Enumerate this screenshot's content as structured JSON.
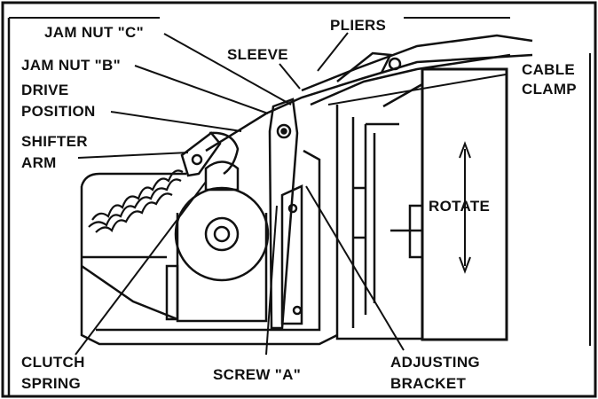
{
  "labels": {
    "jam_nut_c": "JAM NUT \"C\"",
    "jam_nut_b": "JAM NUT \"B\"",
    "pliers": "PLIERS",
    "sleeve": "SLEEVE",
    "cable_clamp_1": "CABLE",
    "cable_clamp_2": "CLAMP",
    "drive_position_1": "DRIVE",
    "drive_position_2": "POSITION",
    "shifter_arm_1": "SHIFTER",
    "shifter_arm_2": "ARM",
    "rotate": "ROTATE",
    "clutch_spring_1": "CLUTCH",
    "clutch_spring_2": "SPRING",
    "screw_a": "SCREW \"A\"",
    "adjusting_bracket_1": "ADJUSTING",
    "adjusting_bracket_2": "BRACKET"
  }
}
